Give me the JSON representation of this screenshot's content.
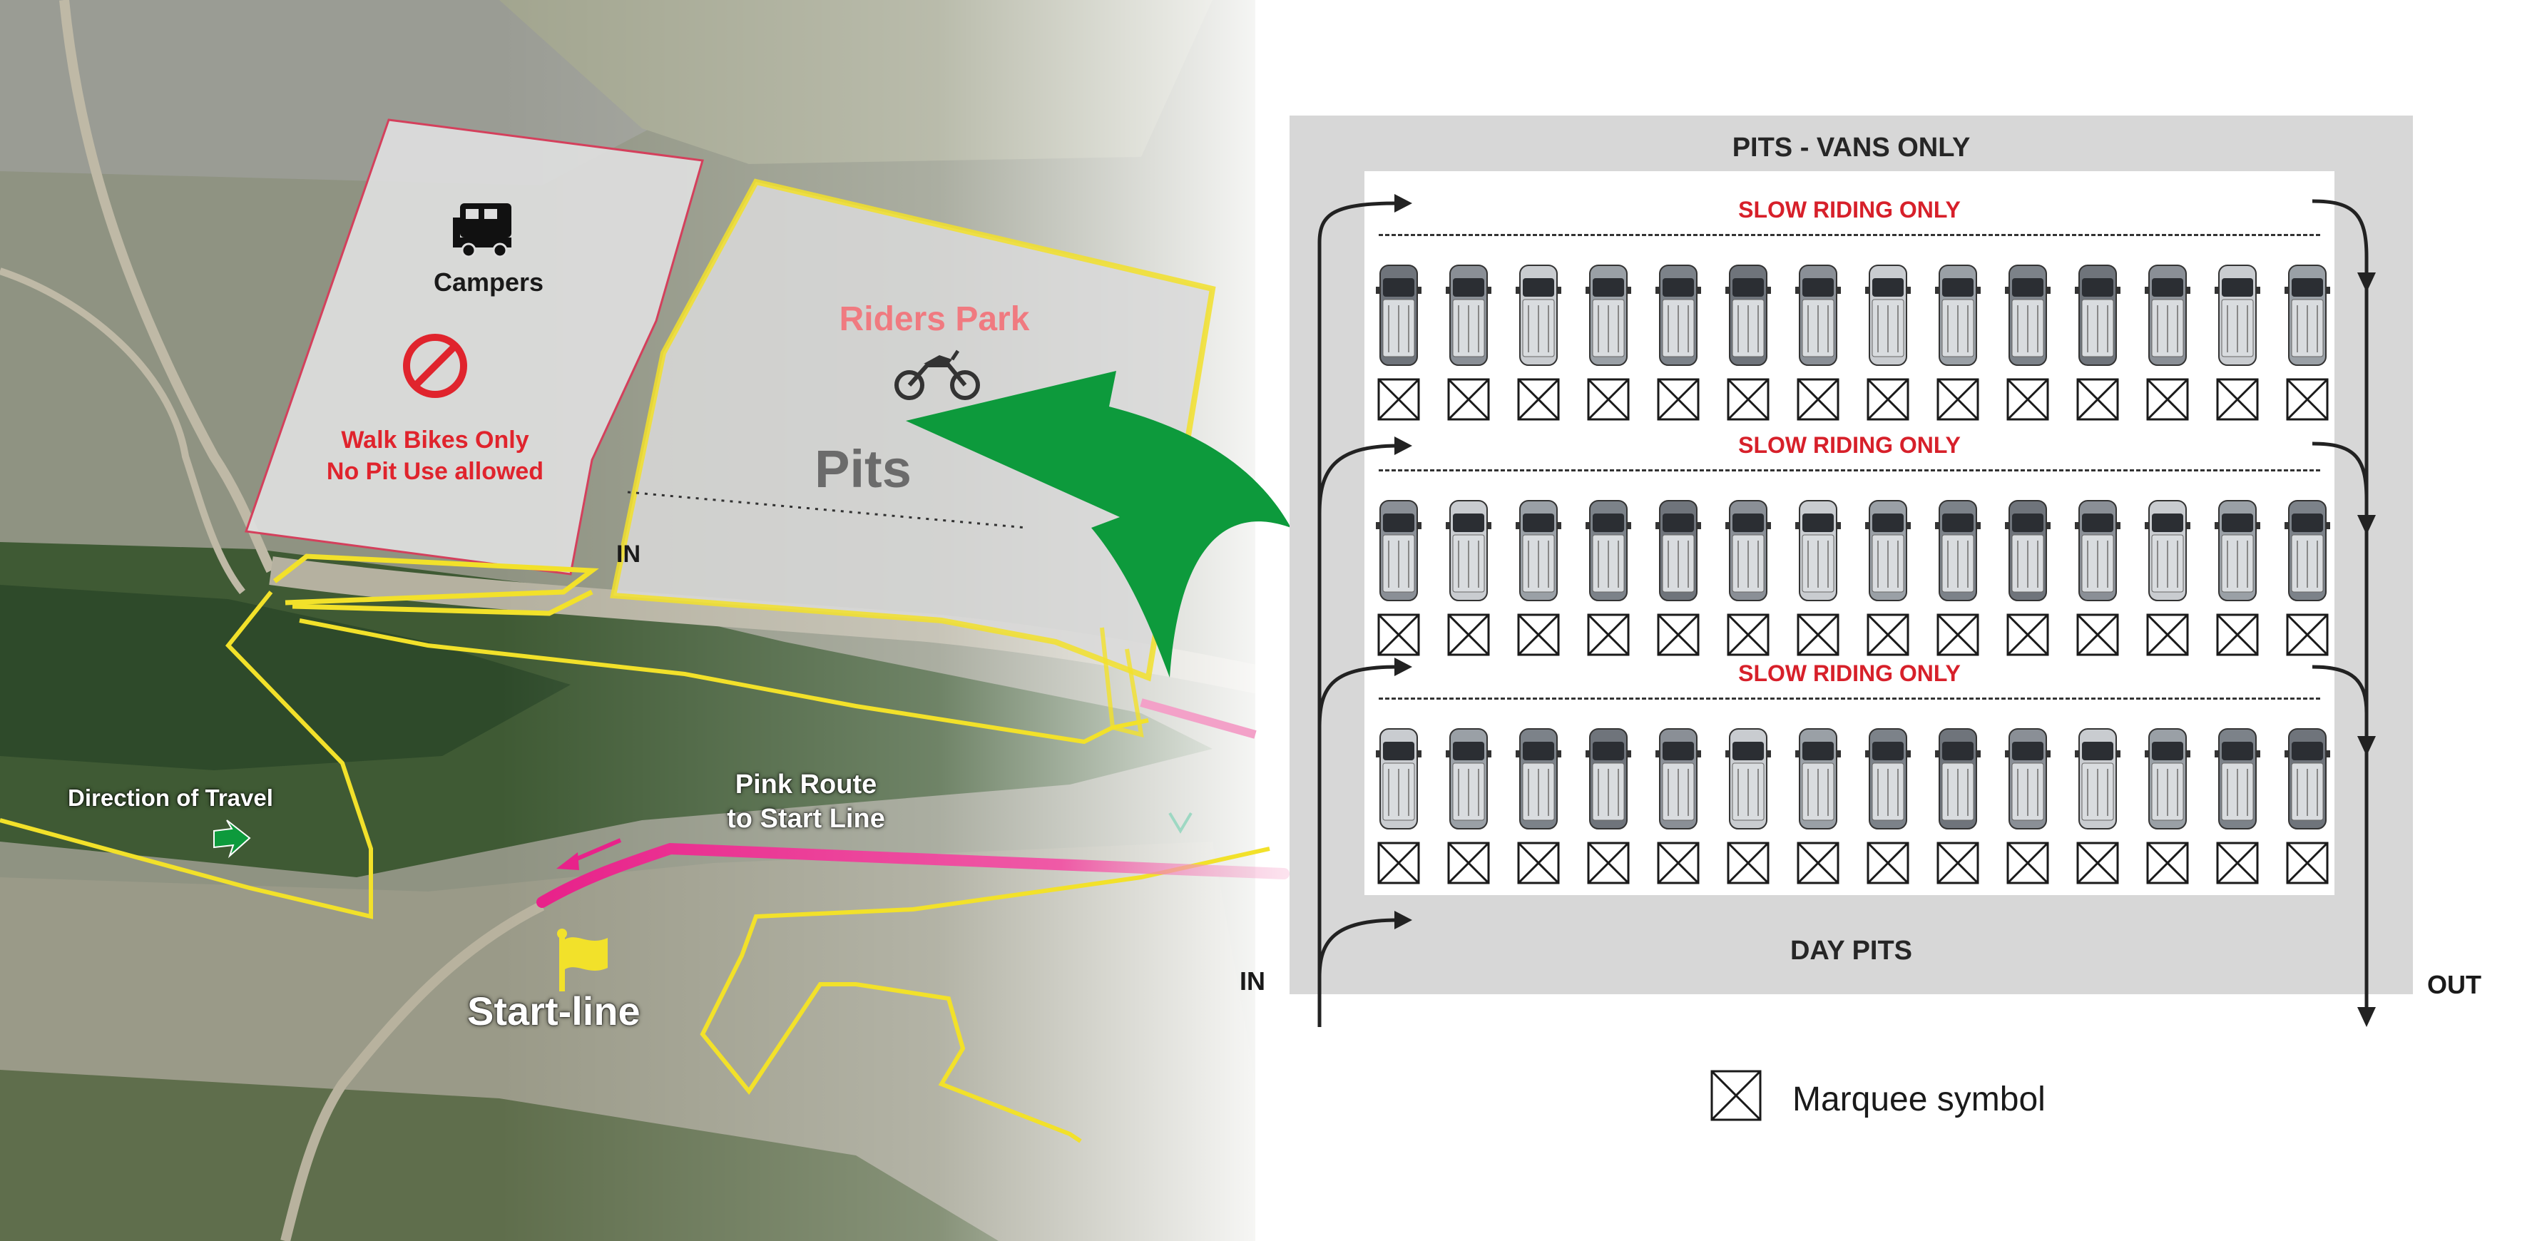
{
  "map": {
    "campers_label": "Campers",
    "walk_line1": "Walk Bikes Only",
    "walk_line2": "No Pit Use allowed",
    "riders_park_label": "Riders Park",
    "pits_label": "Pits",
    "in_label": "IN",
    "direction_label": "Direction of Travel",
    "pink_route_line1": "Pink Route",
    "pink_route_line2": "to Start Line",
    "start_line_label": "Start-line",
    "icons": [
      "camper-van-icon",
      "no-entry-icon",
      "motorbike-icon",
      "flag-icon",
      "direction-arrow-icon"
    ],
    "colors": {
      "boundary": "#f2e12a",
      "campers_border": "#d4405c",
      "pink_route": "#e8228a",
      "green_arrow": "#0d9a3c",
      "prohibition": "#e0242d"
    }
  },
  "diagram": {
    "title": "PITS - VANS ONLY",
    "rows": [
      {
        "label": "SLOW RIDING ONLY"
      },
      {
        "label": "SLOW RIDING ONLY"
      },
      {
        "label": "SLOW RIDING ONLY"
      }
    ],
    "vans_per_row": 14,
    "day_pits_label": "DAY PITS",
    "in_label": "IN",
    "out_label": "OUT",
    "colors": {
      "panel": "#d7d7d7",
      "lot": "#ffffff",
      "slow_text": "#d7202a"
    }
  },
  "legend": {
    "marquee_label": "Marquee symbol",
    "icon": "marquee-icon"
  }
}
